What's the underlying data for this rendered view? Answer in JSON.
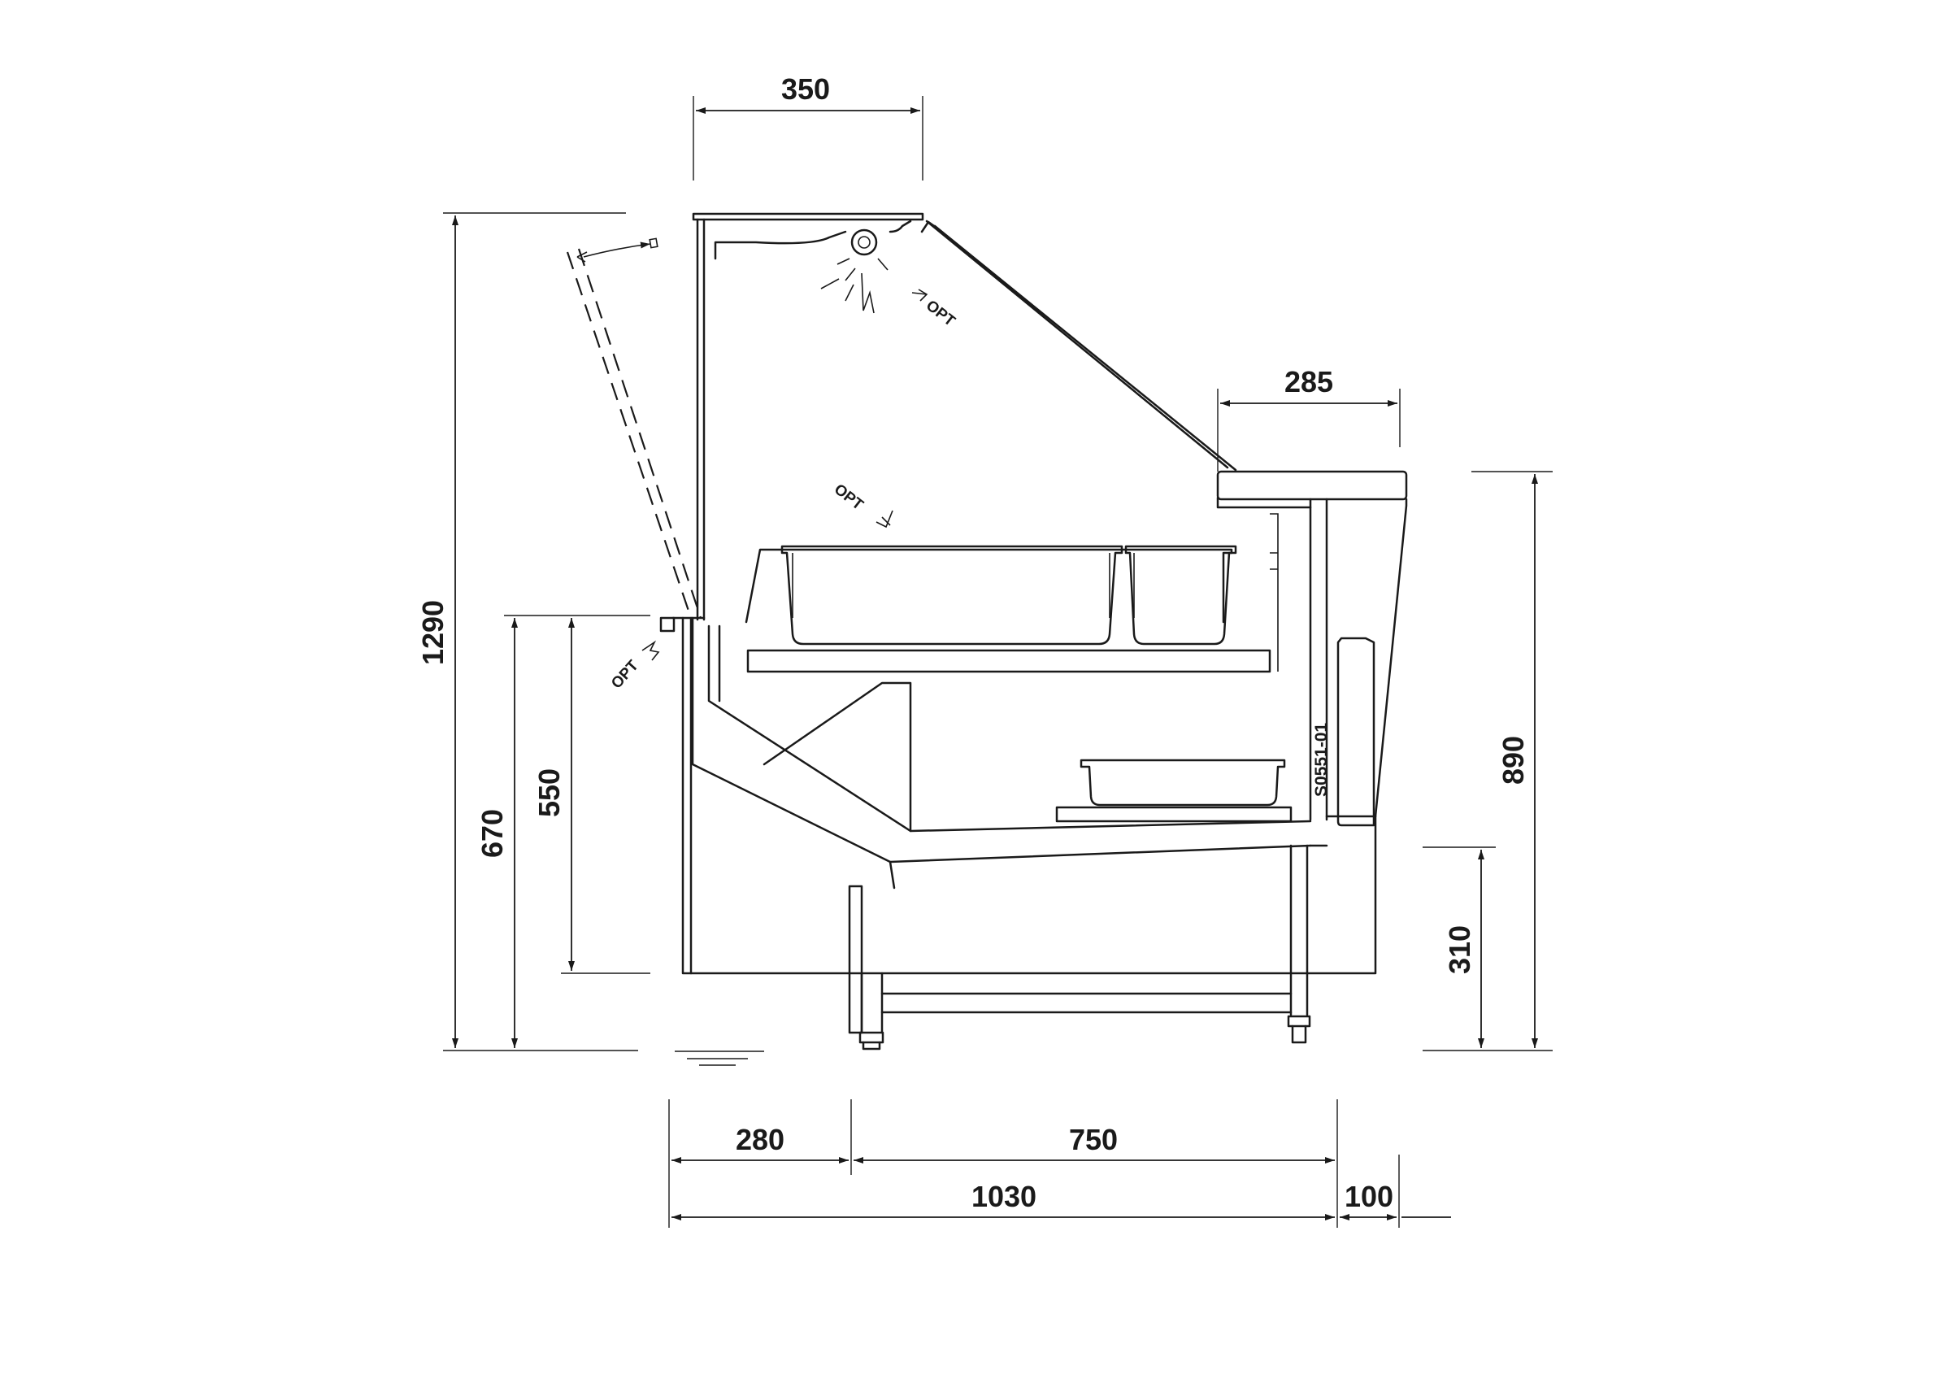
{
  "drawing": {
    "code": "S0551-01",
    "option_label": "OPT",
    "dimensions": {
      "top_width": "350",
      "shelf_depth": "285",
      "total_height": "1290",
      "counter_height": "890",
      "base_height": "310",
      "height_670": "670",
      "height_550": "550",
      "front_depth": "280",
      "main_depth": "750",
      "total_depth": "1030",
      "rear_overhang": "100"
    }
  }
}
